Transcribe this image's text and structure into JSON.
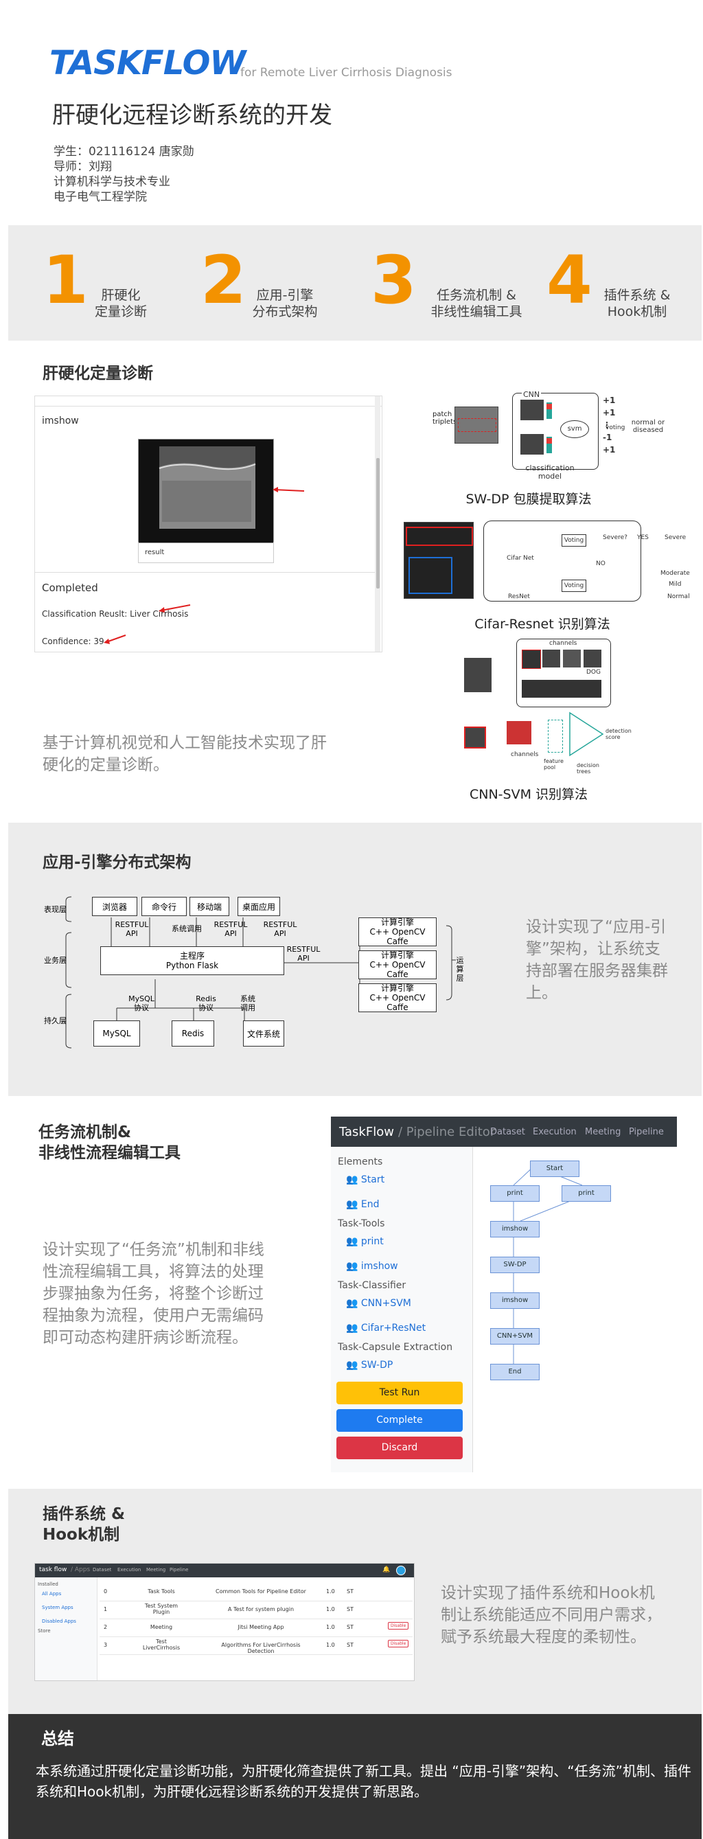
{
  "header": {
    "logo": "TASKFLOW",
    "subtitle": "for Remote Liver Cirrhosis Diagnosis",
    "title": "肝硬化远程诊断系统的开发",
    "student": "学生：021116124 唐家勋",
    "advisor": "导师：刘翔",
    "major": "计算机科学与技术专业",
    "college": "电子电气工程学院"
  },
  "highlights": [
    {
      "num": "1",
      "line1": "肝硬化",
      "line2": "定量诊断"
    },
    {
      "num": "2",
      "line1": "应用-引擎",
      "line2": "分布式架构"
    },
    {
      "num": "3",
      "line1": "任务流机制 &",
      "line2": "非线性编辑工具"
    },
    {
      "num": "4",
      "line1": "插件系统 &",
      "line2": "Hook机制"
    }
  ],
  "diagnosis": {
    "title": "肝硬化定量诊断",
    "desc": "基于计算机视觉和人工智能技术实现了肝硬化的定量诊断。",
    "screenshot": {
      "imshow": "imshow",
      "result": "result",
      "completed": "Completed",
      "classification": "Classification Reuslt: Liver Cirrhosis",
      "confidence": "Confidence: 39"
    },
    "algorithms": [
      "SW-DP 包膜提取算法",
      "Cifar-Resnet 识别算法",
      "CNN-SVM 识别算法"
    ],
    "swdp": {
      "cnn": "CNN",
      "svm": "svm",
      "patch": "patch triplets",
      "voting": "voting",
      "classes": "normal or diseased",
      "model": "classification model",
      "votes": [
        "+1",
        "+1",
        "-1",
        "+1"
      ]
    },
    "cifar": {
      "cifarnet": "Cifar Net",
      "resnet": "ResNet",
      "voting1": "Voting",
      "voting2": "Voting",
      "severe_q": "Severe?",
      "yes": "YES",
      "no": "NO",
      "severe": "Severe",
      "moderate": "Moderate",
      "mild": "Mild",
      "normal": "Normal"
    },
    "cnnsvm": {
      "channels_top": "channels",
      "channels_bottom": "channels",
      "dog": "DOG",
      "pool": "feature pool",
      "trees": "decision trees",
      "score": "detection score"
    }
  },
  "architecture": {
    "title": "应用-引擎分布式架构",
    "desc": "设计实现了“应用-引擎”架构，让系统支持部署在服务器集群上。",
    "layers": {
      "presentation": "表现层",
      "business": "业务层",
      "persistence": "持久层",
      "compute": "运算层"
    },
    "clients": [
      "浏览器",
      "命令行",
      "移动端",
      "桌面应用"
    ],
    "client_links": [
      "RESTFUL API",
      "系统调用",
      "RESTFUL API",
      "RESTFUL API"
    ],
    "main_program": "主程序",
    "main_framework": "Python Flask",
    "engine_link": "RESTFUL API",
    "engine": "计算引擎",
    "engine_tech": "C++ OpenCV Caffe",
    "stores": [
      "MySQL",
      "Redis",
      "文件系统"
    ],
    "store_links": [
      "MySQL 协议",
      "Redis 协议",
      "系统 调用"
    ]
  },
  "taskflow": {
    "title_line1": "任务流机制&",
    "title_line2": "非线性流程编辑工具",
    "desc": "设计实现了“任务流”机制和非线性流程编辑工具，将算法的处理步骤抽象为任务，将整个诊断过程抽象为流程，使用户无需编码即可动态构建肝病诊断流程。",
    "editor": {
      "brand": "TaskFlow",
      "section": "/ Pipeline Editor",
      "nav": [
        "Dataset",
        "Execution",
        "Meeting",
        "Pipeline"
      ],
      "groups": [
        {
          "name": "Elements",
          "items": [
            "Start",
            "End"
          ]
        },
        {
          "name": "Task-Tools",
          "items": [
            "print",
            "imshow"
          ]
        },
        {
          "name": "Task-Classifier",
          "items": [
            "CNN+SVM",
            "Cifar+ResNet"
          ]
        },
        {
          "name": "Task-Capsule Extraction",
          "items": [
            "SW-DP"
          ]
        }
      ],
      "buttons": {
        "test": "Test Run",
        "complete": "Complete",
        "discard": "Discard"
      },
      "nodes": [
        "Start",
        "print",
        "print",
        "imshow",
        "SW-DP",
        "imshow",
        "CNN+SVM",
        "End"
      ]
    }
  },
  "plugin": {
    "title_line1": "插件系统 &",
    "title_line2": "Hook机制",
    "desc": "设计实现了插件系统和Hook机制让系统能适应不同用户需求，赋予系统最大程度的柔韧性。",
    "screenshot": {
      "brand": "task flow",
      "section": "/ Apps",
      "nav": [
        "Dataset",
        "Execution",
        "Meeting",
        "Pipeline"
      ],
      "side_installed": "Installed",
      "side_items": [
        "All Apps",
        "System Apps",
        "Disabled Apps"
      ],
      "side_store": "Store",
      "rows": [
        {
          "id": "0",
          "name": "Task Tools",
          "desc": "Common Tools for Pipeline Editor",
          "ver": "1.0",
          "st": "ST",
          "action": ""
        },
        {
          "id": "1",
          "name": "Test System Plugin",
          "desc": "A Test for system plugin",
          "ver": "1.0",
          "st": "ST",
          "action": ""
        },
        {
          "id": "2",
          "name": "Meeting",
          "desc": "Jitsi Meeting App",
          "ver": "1.0",
          "st": "ST",
          "action": "Disable"
        },
        {
          "id": "3",
          "name": "Test LiverCirrhosis",
          "desc": "Algorithms For LiverCirrhosis Detection",
          "ver": "1.0",
          "st": "ST",
          "action": "Disable"
        }
      ]
    }
  },
  "summary": {
    "title": "总结",
    "text": "本系统通过肝硬化定量诊断功能，为肝硬化筛查提供了新工具。提出 “应用-引擎”架构、“任务流”机制、插件系统和Hook机制，为肝硬化远程诊断系统的开发提供了新思路。"
  },
  "colors": {
    "brand_blue": "#1e6fd6",
    "accent_orange": "#f39200",
    "band_gray": "#ececec",
    "summary_bg": "#333333"
  }
}
